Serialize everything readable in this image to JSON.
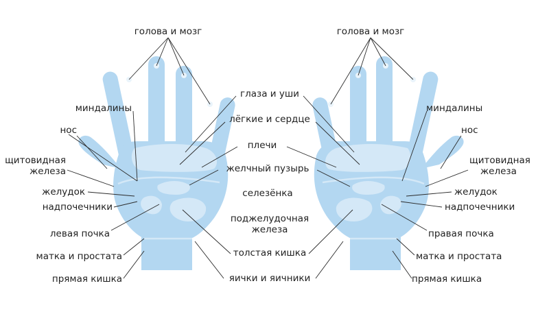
{
  "labels": {
    "head_brain_l": "голова и мозг",
    "head_brain_r": "голова и мозг",
    "eyes_ears": "глаза и уши",
    "lungs_heart": "лёгкие и сердце",
    "shoulders": "плечи",
    "gallbladder": "желчный пузырь",
    "spleen": "селезёнка",
    "pancreas_1": "поджелудочная",
    "pancreas_2": "железа",
    "colon": "толстая кишка",
    "testes_ovaries": "яички и яичники",
    "tonsils_l": "миндалины",
    "nose_l": "нос",
    "thyroid_l_1": "щитовидная",
    "thyroid_l_2": "железа",
    "stomach_l": "желудок",
    "adrenals_l": "надпочечники",
    "left_kidney": "левая почка",
    "uterus_prostate_l": "матка и простата",
    "rectum_l": "прямая кишка",
    "tonsils_r": "миндалины",
    "nose_r": "нос",
    "thyroid_r_1": "щитовидная",
    "thyroid_r_2": "железа",
    "stomach_r": "желудок",
    "adrenals_r": "надпочечники",
    "right_kidney": "правая почка",
    "uterus_prostate_r": "матка и простата",
    "rectum_r": "прямая кишка"
  },
  "colors": {
    "hand": "#b3d7f1",
    "zone": "#d4e8f7",
    "line": "#2a2a2a",
    "text": "#1f1f1f"
  }
}
